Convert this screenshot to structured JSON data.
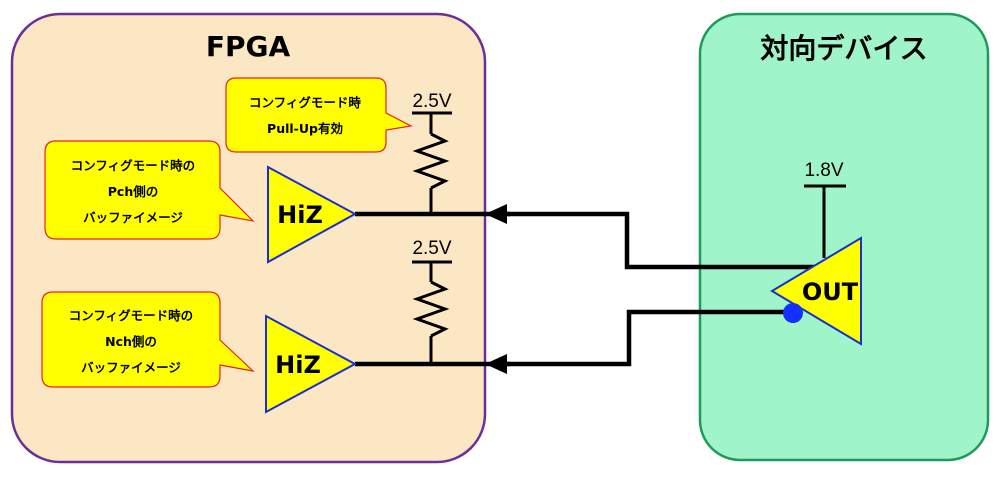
{
  "fpga": {
    "title": "FPGA"
  },
  "device": {
    "title": "対向デバイス"
  },
  "supply": {
    "fpga_top": "2.5V",
    "fpga_bottom": "2.5V",
    "device": "1.8V"
  },
  "buffers": {
    "pch": "HiZ",
    "nch": "HiZ",
    "out": "OUT"
  },
  "callouts": {
    "pullup": {
      "lines": [
        "コンフィグモード時",
        "Pull-Up有効"
      ]
    },
    "pch": {
      "lines": [
        "コンフィグモード時の",
        "Pch側の",
        "バッファイメージ"
      ]
    },
    "nch": {
      "lines": [
        "コンフィグモード時の",
        "Nch側の",
        "バッファイメージ"
      ]
    }
  },
  "colors": {
    "fpga_fill": "#fce7c4",
    "fpga_border": "#6b2f9a",
    "device_fill": "#9ff5c9",
    "device_border": "#1f9a5a",
    "buffer_fill": "#ffff00",
    "buffer_border": "#1a2fd0",
    "callout_fill": "#ffff00",
    "callout_border": "#e8231f",
    "dot": "#1230ff"
  }
}
